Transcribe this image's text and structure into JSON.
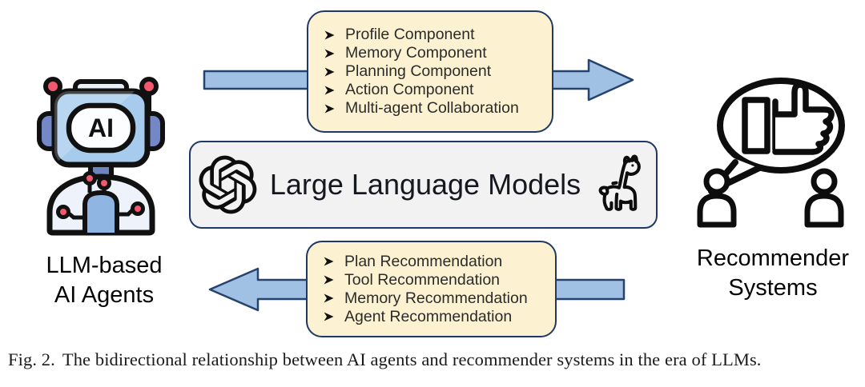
{
  "figure": {
    "caption_label": "Fig. 2.",
    "caption_text": "The bidirectional relationship between AI agents and recommender systems in the era of LLMs."
  },
  "left_entity": {
    "label_line1": "LLM-based",
    "label_line2": "AI Agents",
    "icon": "ai-robot-icon",
    "robot_screen_text": "AI"
  },
  "right_entity": {
    "label_line1": "Recommender",
    "label_line2": "Systems",
    "icon": "thumbs-up-speech-bubble-users-icon"
  },
  "center_box": {
    "label": "Large Language Models",
    "left_icon": "openai-logo-icon",
    "right_icon": "llama-icon"
  },
  "top_box": {
    "direction": "agents-to-recommenders",
    "items": [
      "Profile Component",
      "Memory Component",
      "Planning Component",
      "Action Component",
      "Multi-agent Collaboration"
    ]
  },
  "bottom_box": {
    "direction": "recommenders-to-agents",
    "items": [
      "Plan Recommendation",
      "Tool Recommendation",
      "Memory Recommendation",
      "Agent Recommendation"
    ]
  },
  "arrows": {
    "top_direction": "right",
    "bottom_direction": "left",
    "fill": "#a0c0e4",
    "stroke": "#26436e"
  },
  "colors": {
    "list_box_fill": "#fcf2d1",
    "box_border": "#1f3864",
    "center_box_fill": "#f2f2f2",
    "robot_head": "#a6cbec",
    "robot_accent_red": "#f4586e",
    "icon_ink": "#0d0d0d"
  }
}
